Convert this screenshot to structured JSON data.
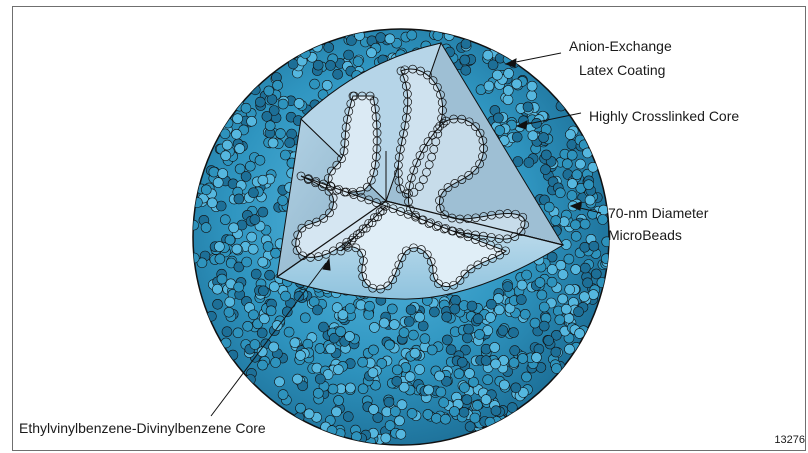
{
  "labels": {
    "coating": [
      "Anion-Exchange",
      "Latex Coating"
    ],
    "core": "Highly Crosslinked Core",
    "microbeads": [
      "70-nm Diameter",
      "MicroBeads"
    ],
    "substrate": "Ethylvinylbenzene-Divinylbenzene Core"
  },
  "figure_number": "13276",
  "colors": {
    "bead_outer": "#2e93bd",
    "bead_dark": "#1d6f97",
    "bead_light": "#55b7df",
    "cutaway_face": "#a9cbe0",
    "cutaway_face_dark": "#8fb2c9",
    "cutaway_top": "#bdd9eb",
    "outline": "#111111"
  }
}
